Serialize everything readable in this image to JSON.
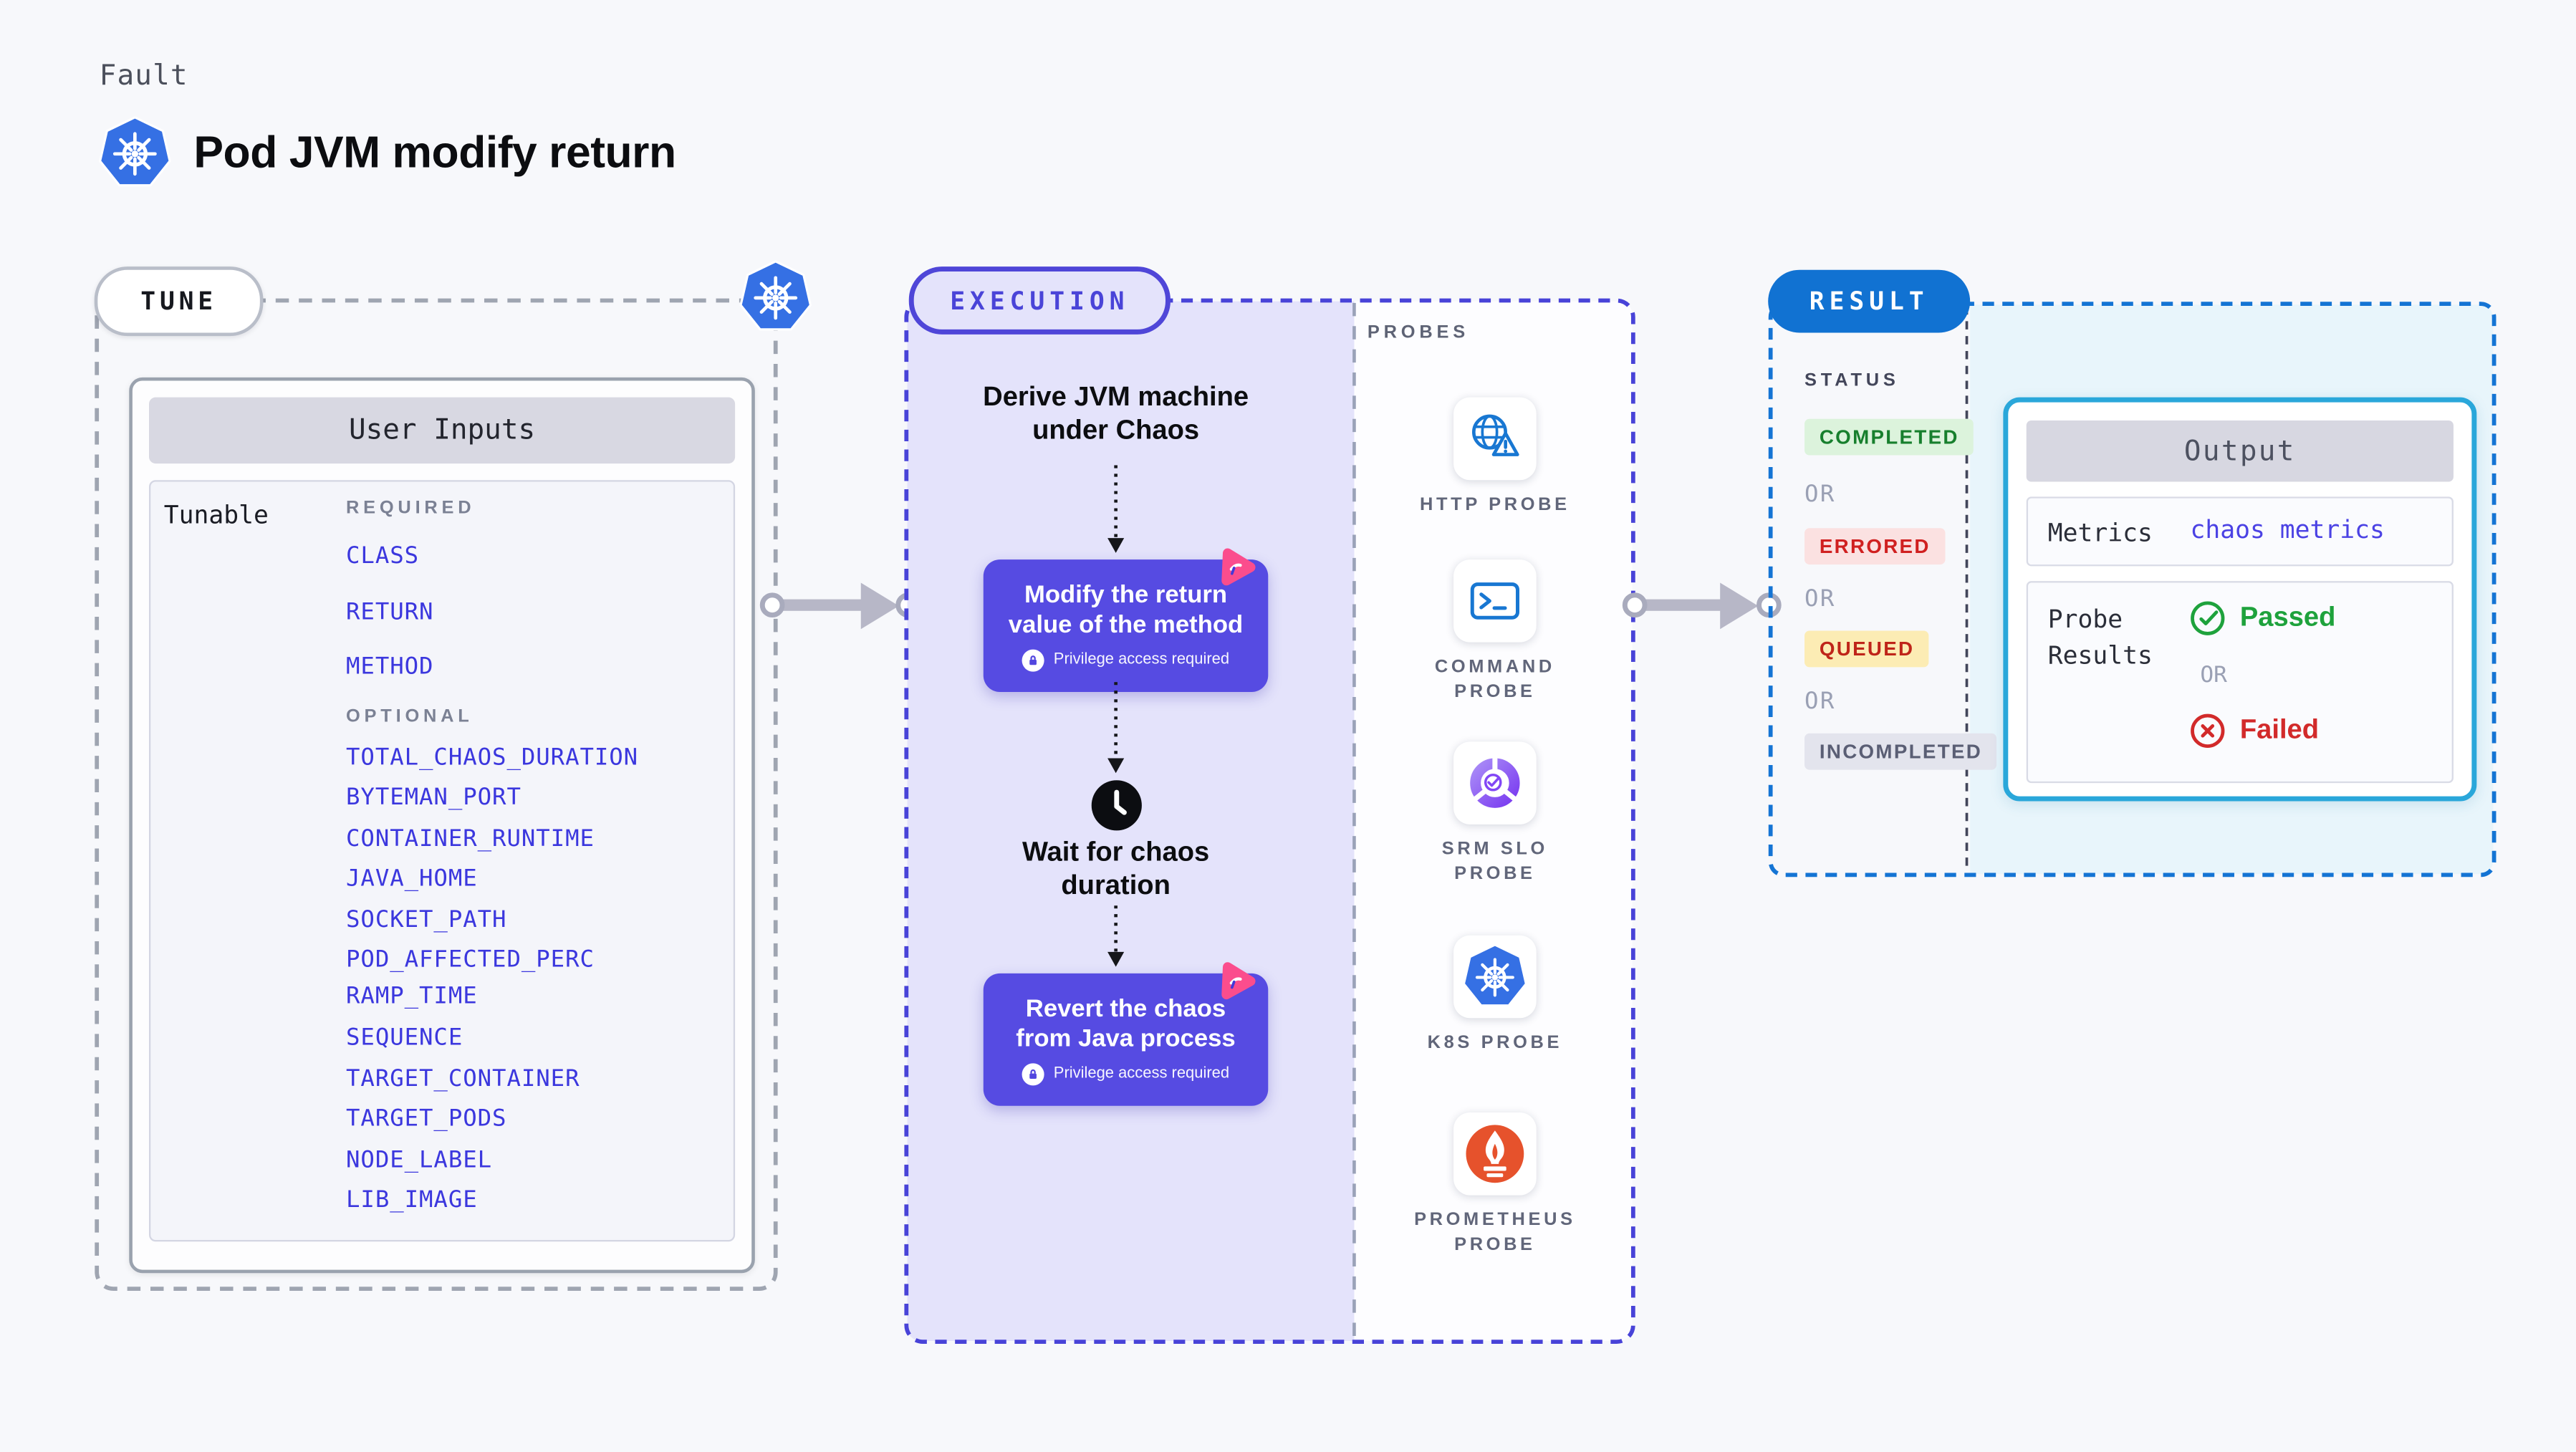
{
  "header": {
    "kicker": "Fault",
    "title": "Pod JVM modify return",
    "title_icon": "kubernetes-icon"
  },
  "tune": {
    "label": "TUNE",
    "corner_icon": "kubernetes-icon",
    "card_title": "User Inputs",
    "row_label": "Tunable",
    "required_label": "REQUIRED",
    "optional_label": "OPTIONAL",
    "required_items": [
      "CLASS",
      "RETURN",
      "METHOD"
    ],
    "optional_items": [
      "TOTAL_CHAOS_DURATION",
      "BYTEMAN_PORT",
      "CONTAINER_RUNTIME",
      "JAVA_HOME",
      "SOCKET_PATH",
      "POD_AFFECTED_PERC",
      "RAMP_TIME",
      "SEQUENCE",
      "TARGET_CONTAINER",
      "TARGET_PODS",
      "NODE_LABEL",
      "LIB_IMAGE"
    ]
  },
  "execution": {
    "label": "EXECUTION",
    "step1": "Derive JVM machine under Chaos",
    "action1": {
      "title": "Modify the return value of the method",
      "badge": "Privilege access required"
    },
    "wait_step": "Wait for chaos duration",
    "action2": {
      "title": "Revert the chaos from Java process",
      "badge": "Privilege access required"
    }
  },
  "probes": {
    "label": "PROBES",
    "items": [
      {
        "name": "HTTP PROBE",
        "icon": "globe-alert-icon"
      },
      {
        "name": "COMMAND PROBE",
        "icon": "terminal-icon"
      },
      {
        "name": "SRM SLO PROBE",
        "icon": "slo-donut-icon"
      },
      {
        "name": "K8S PROBE",
        "icon": "kubernetes-icon"
      },
      {
        "name": "PROMETHEUS PROBE",
        "icon": "prometheus-icon"
      }
    ]
  },
  "result": {
    "label": "RESULT",
    "status_label": "STATUS",
    "or": "OR",
    "statuses": [
      {
        "text": "COMPLETED",
        "bg": "#dcf3dc",
        "color": "#177f2d"
      },
      {
        "text": "ERRORED",
        "bg": "#fbe1e1",
        "color": "#d02020"
      },
      {
        "text": "QUEUED",
        "bg": "#fcecb4",
        "color": "#bf2419"
      },
      {
        "text": "INCOMPLETED",
        "bg": "#e3e4ed",
        "color": "#5a5e74"
      }
    ],
    "output": {
      "title": "Output",
      "metrics_label": "Metrics",
      "metrics_value": "chaos metrics",
      "probe_results_label": "Probe Results",
      "passed": "Passed",
      "or": "OR",
      "failed": "Failed"
    }
  },
  "colors": {
    "page_bg": "#f7f8fb",
    "tune_dash": "#9fa5b1",
    "execution_dash": "#4843d8",
    "execution_bg": "#e4e3fb",
    "result_dash": "#1474d4",
    "result_bg": "#e8f5fb",
    "result_pill_bg": "#1172d2",
    "action_purple": "#564be2",
    "link_indigo": "#3b37de",
    "passed_green": "#1ea23c",
    "failed_red": "#d22a2a",
    "pink_badge": "#fb4d8d",
    "k8s_blue": "#3570e4",
    "prometheus_orange": "#e6522c",
    "probe_icon_blue": "#1877d2",
    "arrow_gray": "#b7b7c7"
  }
}
